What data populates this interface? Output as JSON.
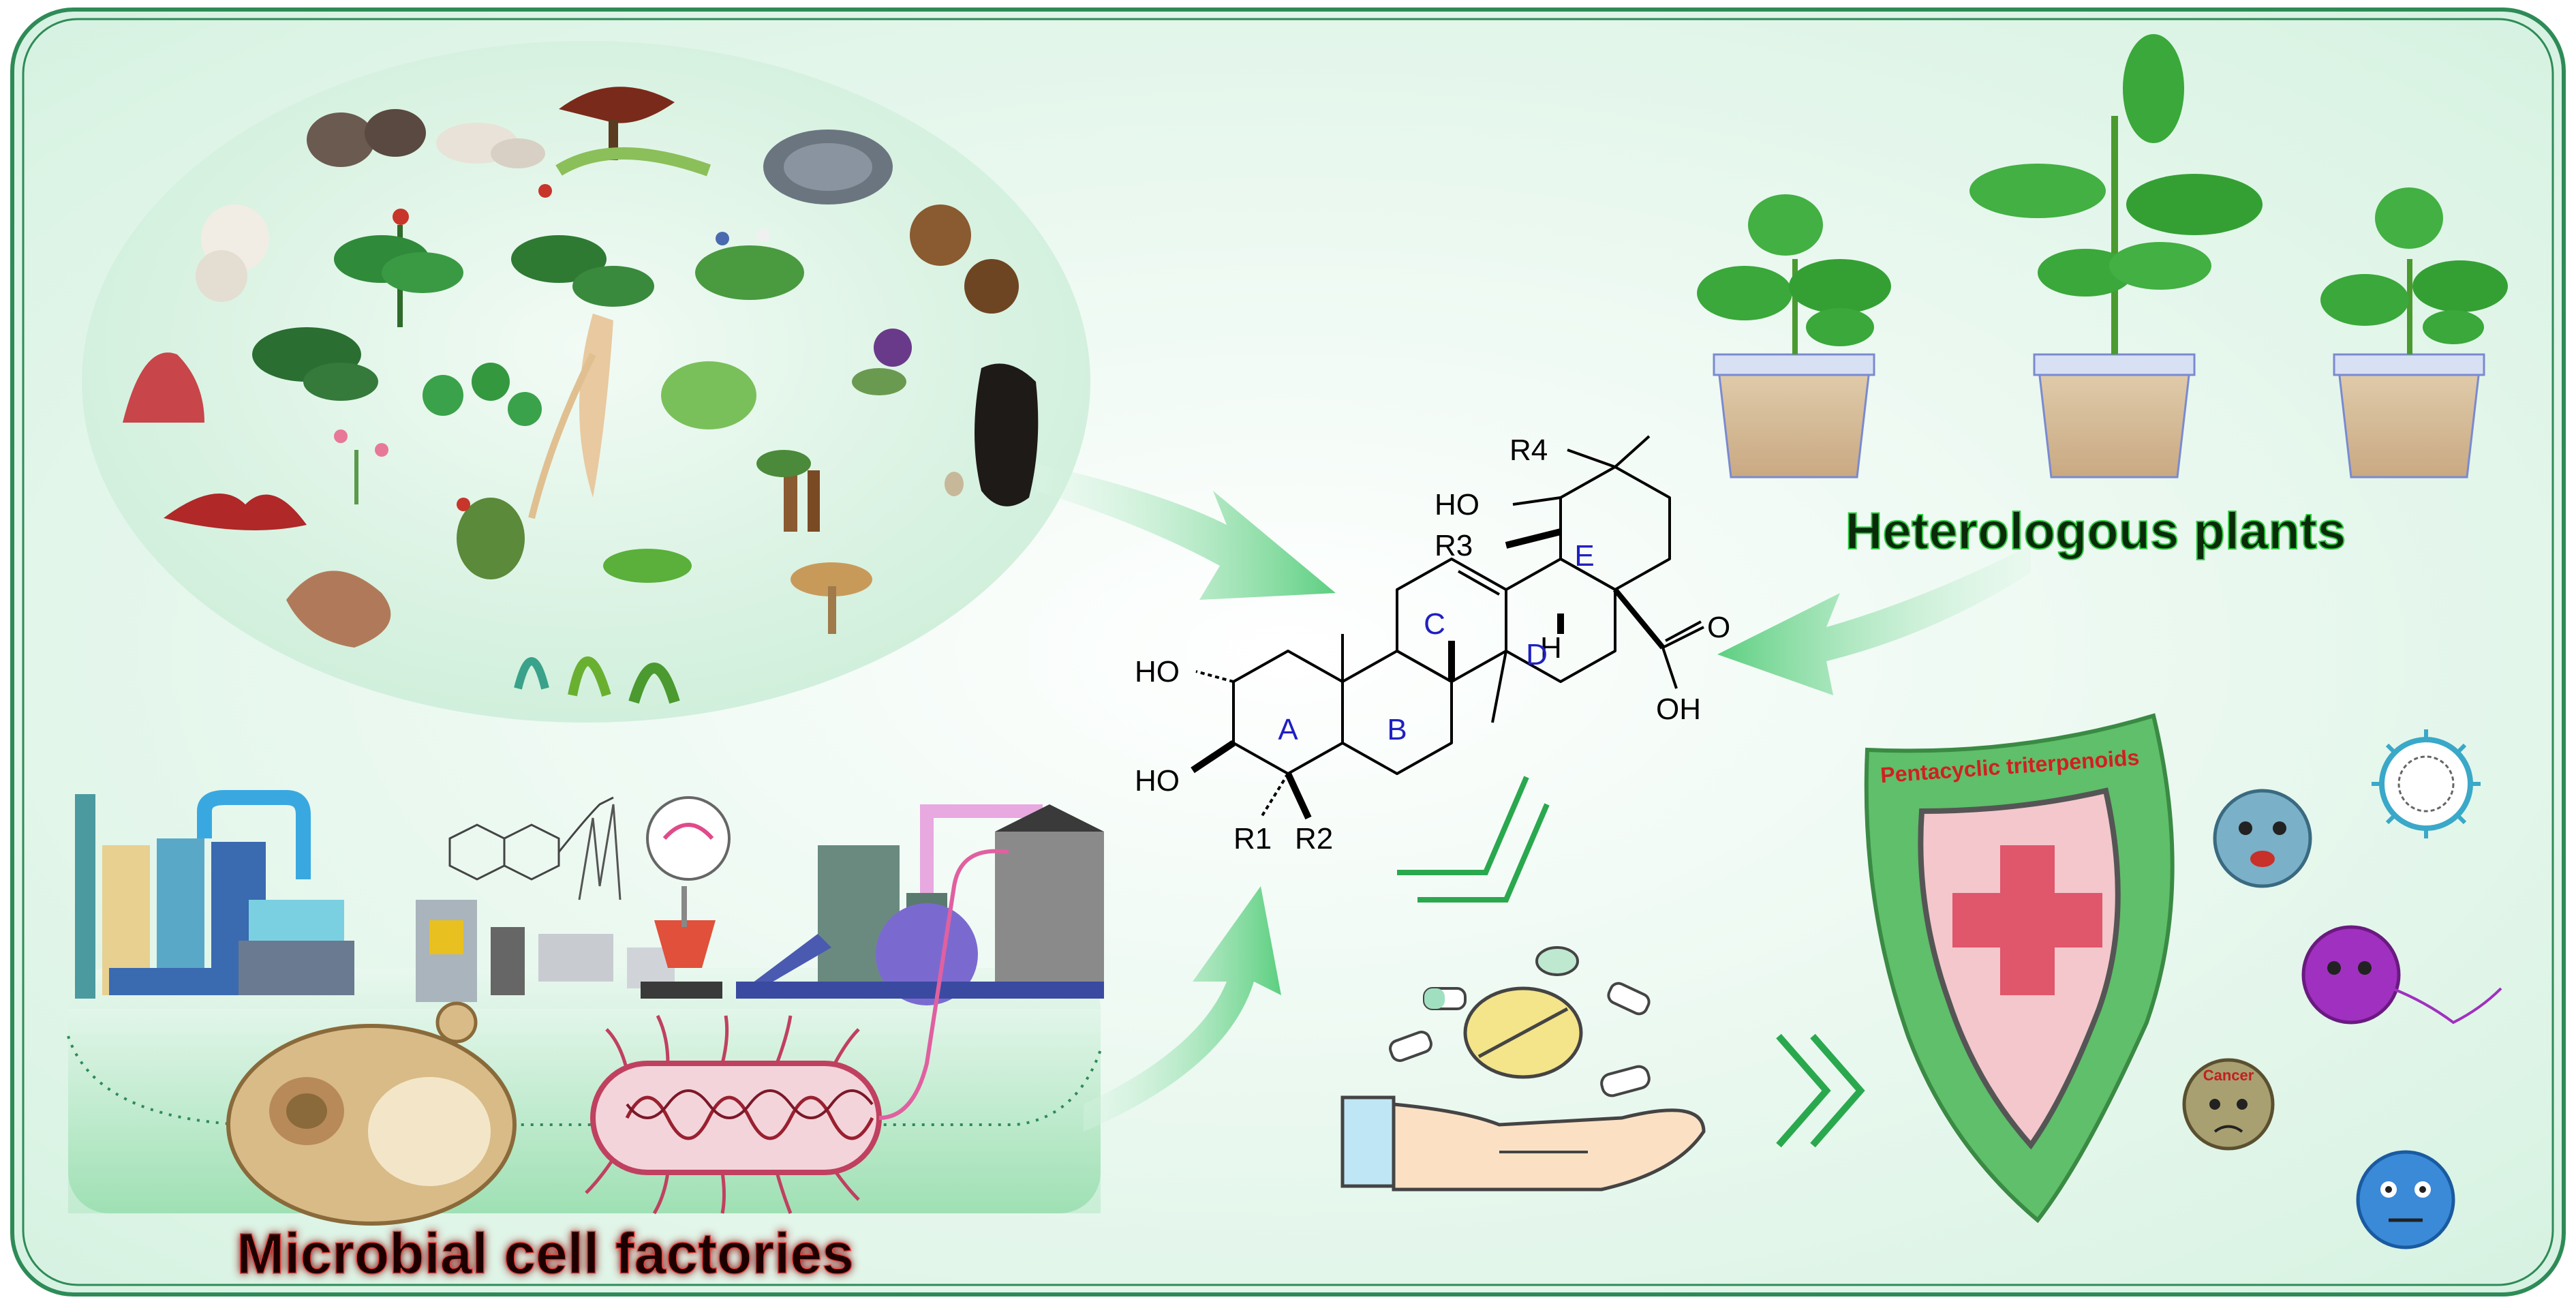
{
  "labels": {
    "microbial": "Microbial cell factories",
    "heterologous": "Heterologous plants",
    "shield": "Pentacyclic triterpenoids",
    "cancer": "Cancer"
  },
  "structure": {
    "rings": [
      "A",
      "B",
      "C",
      "D",
      "E"
    ],
    "ho_top": "HO",
    "ho_left_1": "HO",
    "ho_left_2": "HO",
    "oh_acid": "OH",
    "carbonyl_o": "O",
    "hydrogen": "H",
    "r1": "R1",
    "r2": "R2",
    "r3": "R3",
    "r4": "R4"
  },
  "colors": {
    "frame": "#2e8b57",
    "panel": "#d8f2e4",
    "arrow": "#7ed99a",
    "shield_outer": "#5fbf6a",
    "shield_inner": "#f3c7cc",
    "cross": "#e0566b",
    "title_text": "#1a0000",
    "title_glow": "#e8413c",
    "plant_text": "#0a2a0a",
    "plant_glow": "#2ecc40"
  },
  "icons": {
    "natural_sources": "natural-products-collage",
    "factory": "factory-illustration",
    "lab": "laboratory-equipment",
    "yeast": "yeast-cell",
    "bacterium": "bacterium-cell",
    "potted_plants": "potted-plant",
    "pills_hand": "hand-with-pills",
    "shield": "shield-with-cross",
    "pathogens": "virus-and-cancer-cells"
  }
}
